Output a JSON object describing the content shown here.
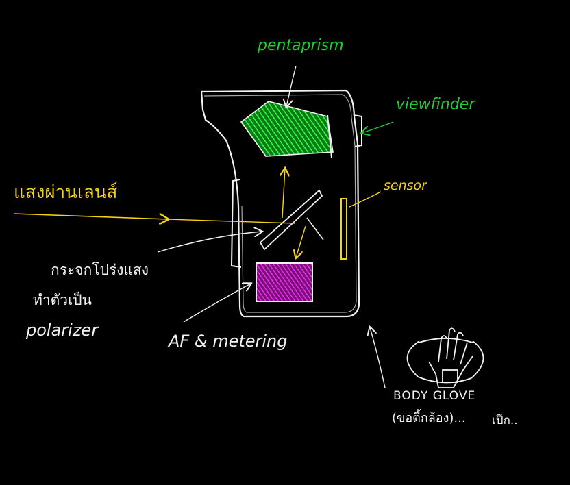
{
  "labels": {
    "pentaprism": "pentaprism",
    "viewfinder": "viewfinder",
    "sensor": "sensor",
    "light_through_lens": "แสงผ่านเลนส์",
    "mirror_line1": "กระจกโปร่งแสง",
    "mirror_line2": "ทำตัวเป็น",
    "mirror_line3": "polarizer",
    "af_metering": "AF & metering",
    "logo_text": "BODY GLOVE",
    "logo_note": "(ขอตี้กล้อง)...",
    "logo_note2": "เป๊ก.."
  },
  "colors": {
    "background": "#000000",
    "outline": "#f2f2f2",
    "pentaprism_fill": "#22dd33",
    "af_sensor_fill": "#cc22cc",
    "light_ray": "#f2d21b",
    "label_green": "#22cc33"
  },
  "icons": {
    "logo": "hand-in-oval-logo-icon"
  }
}
